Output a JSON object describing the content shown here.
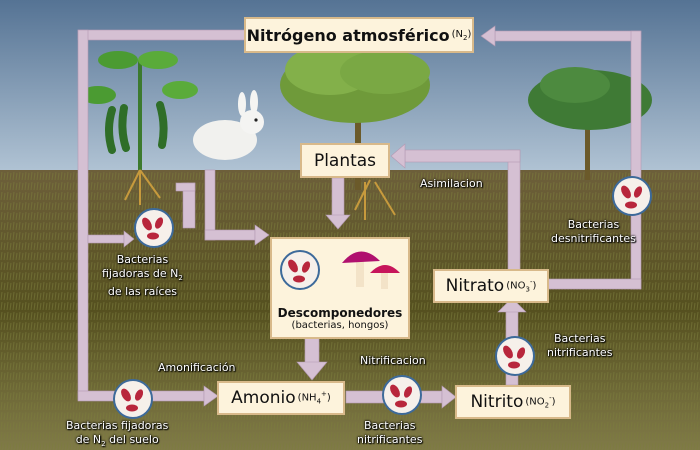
{
  "title": {
    "text": "Nitrógeno atmosférico",
    "formula": "(N",
    "sub": "2",
    "close": ")"
  },
  "boxes": {
    "plantas": "Plantas",
    "descomponedores": {
      "title": "Descomponedores",
      "subtitle": "(bacterias, hongos)"
    },
    "amonio": {
      "name": "Amonio",
      "formula_a": "(NH",
      "sub": "4",
      "sup": "+",
      "close": ")"
    },
    "nitrito": {
      "name": "Nitrito",
      "formula_a": "(NO",
      "sub": "2",
      "sup": "-",
      "close": ")"
    },
    "nitrato": {
      "name": "Nitrato",
      "formula_a": "(NO",
      "sub": "3",
      "sup": "-",
      "close": ")"
    }
  },
  "labels": {
    "asimilacion": "Asimilacion",
    "desnitrificantes": [
      "Bacterias",
      "desnitrificantes"
    ],
    "fijadoras_raices": {
      "l1": "Bacterias",
      "l2a": "fijadoras de N",
      "l2sub": "2",
      "l3": "de las raíces"
    },
    "nitrificantes_right": [
      "Bacterias",
      "nitrificantes"
    ],
    "amonificacion": "Amonificación",
    "nitrificacion": "Nitrificacion",
    "fijadoras_suelo": {
      "l1": "Bacterias fijadoras",
      "l2a": "de N",
      "l2sub": "2",
      "l2b": " del suelo"
    },
    "nitrificantes_bottom": [
      "Bacterias",
      "nitrificantes"
    ]
  },
  "colors": {
    "arrow": "#d5c0d3",
    "box_fill": "#fdf3dc",
    "box_border": "#d8b98a",
    "sky": "#7d98b6",
    "ground": "#57501f",
    "bacteria": "#b8263c"
  },
  "icons": [
    "plant-icon",
    "rabbit-icon",
    "tree-icon",
    "mushroom-icon",
    "bacteria-icon"
  ]
}
